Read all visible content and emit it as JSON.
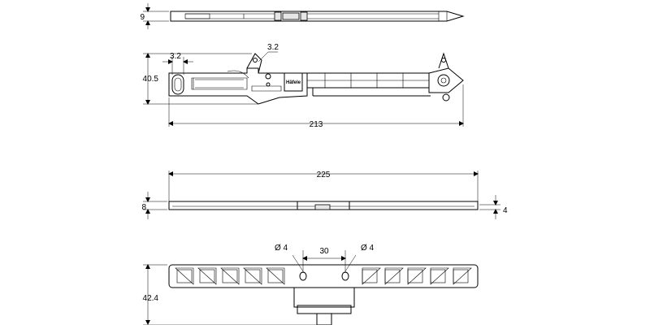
{
  "drawing": {
    "views": {
      "top_strip": {
        "dim_height": "9"
      },
      "side_view": {
        "dim_height": "40.5",
        "dim_slot_width": "3.2",
        "dim_hook": "3.2",
        "dim_length": "213",
        "brand": "Häfele"
      },
      "flat_plate": {
        "dim_length": "225",
        "dim_left": "8",
        "dim_right": "4"
      },
      "bottom_view": {
        "dim_hole_left": "Ø 4",
        "dim_hole_right": "Ø 4",
        "dim_hole_spacing": "30",
        "dim_height": "42.4"
      }
    }
  }
}
